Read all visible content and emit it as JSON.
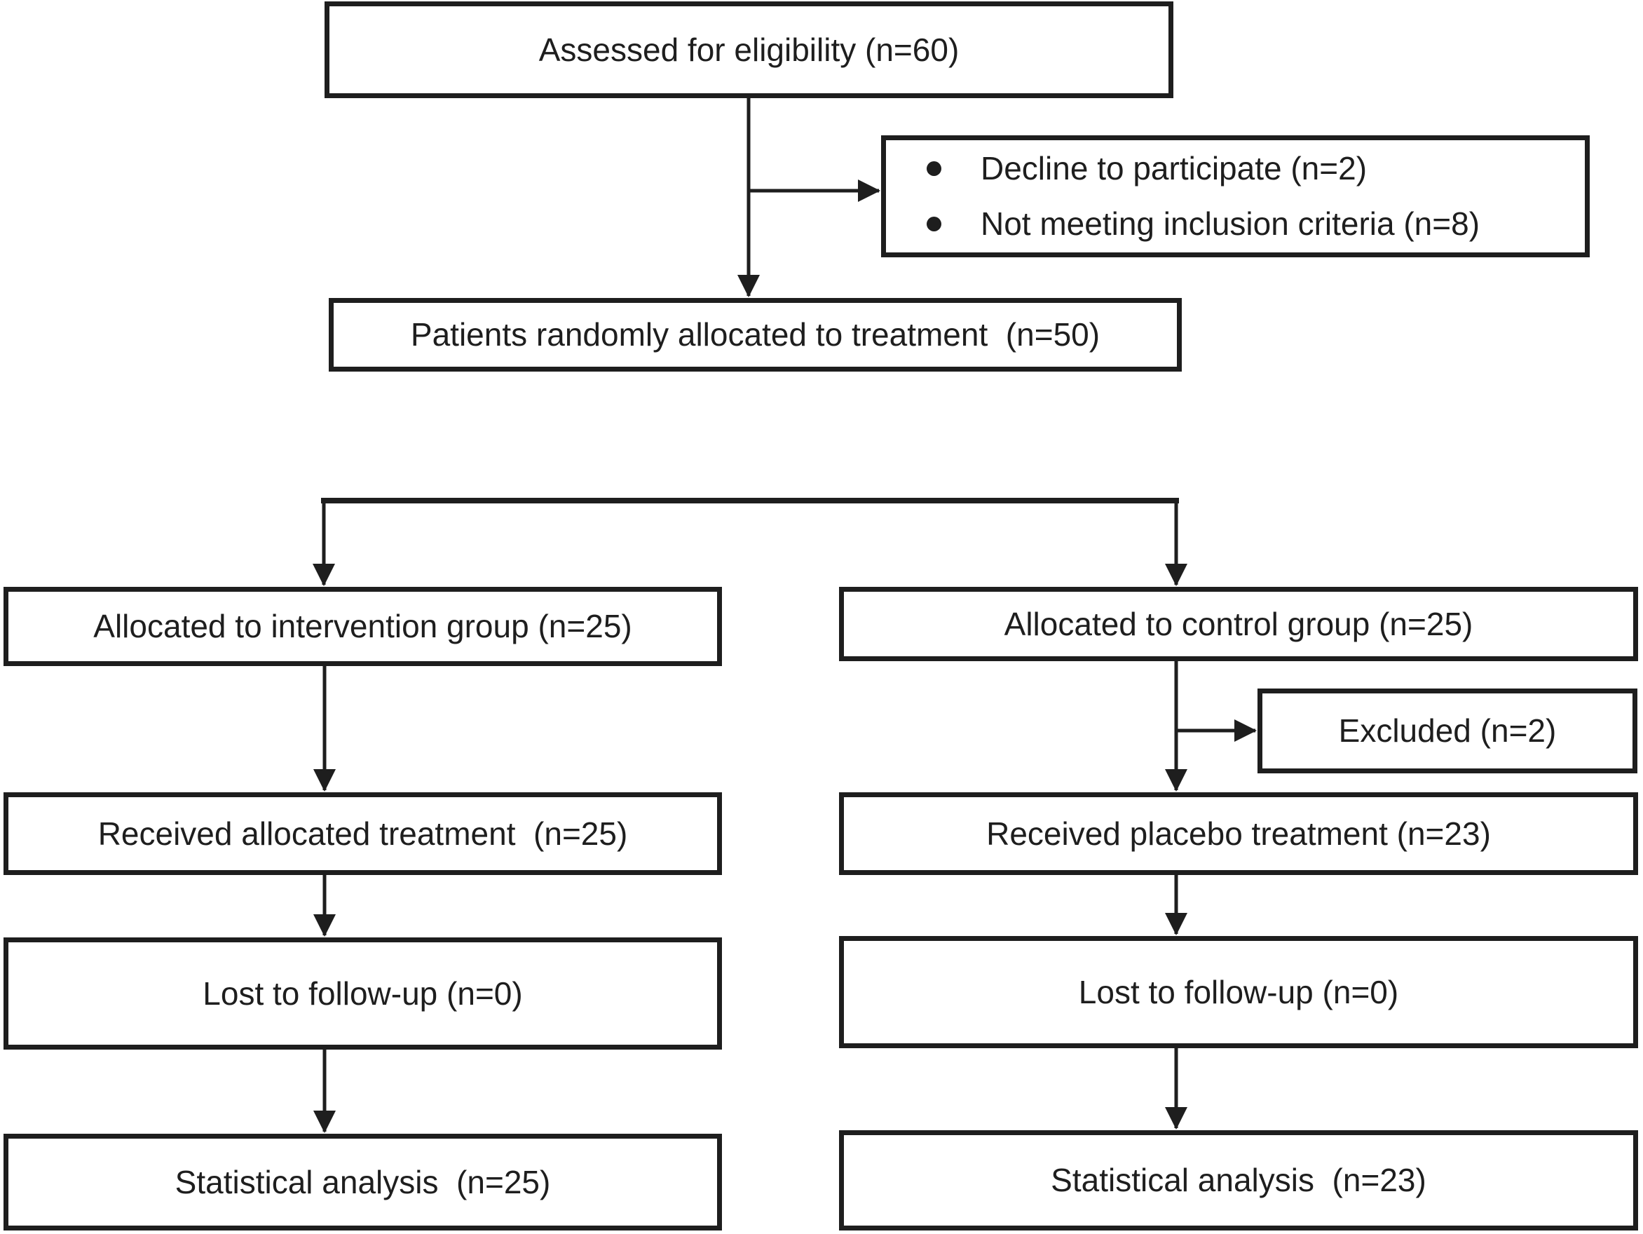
{
  "colors": {
    "ink": "#1e1e1e",
    "background": "#ffffff"
  },
  "flowchart": {
    "assessed": "Assessed for eligibility (n=60)",
    "exclusion_reasons": [
      "Decline to participate (n=2)",
      "Not meeting inclusion criteria (n=8)"
    ],
    "randomized": "Patients randomly allocated to treatment  (n=50)",
    "intervention": {
      "allocated": "Allocated to intervention group (n=25)",
      "received": "Received allocated treatment  (n=25)",
      "lost": "Lost to follow-up (n=0)",
      "analysis": "Statistical analysis  (n=25)"
    },
    "control": {
      "allocated": "Allocated to control group (n=25)",
      "excluded": "Excluded (n=2)",
      "received": "Received placebo treatment (n=23)",
      "lost": "Lost to follow-up (n=0)",
      "analysis": "Statistical analysis  (n=23)"
    }
  }
}
